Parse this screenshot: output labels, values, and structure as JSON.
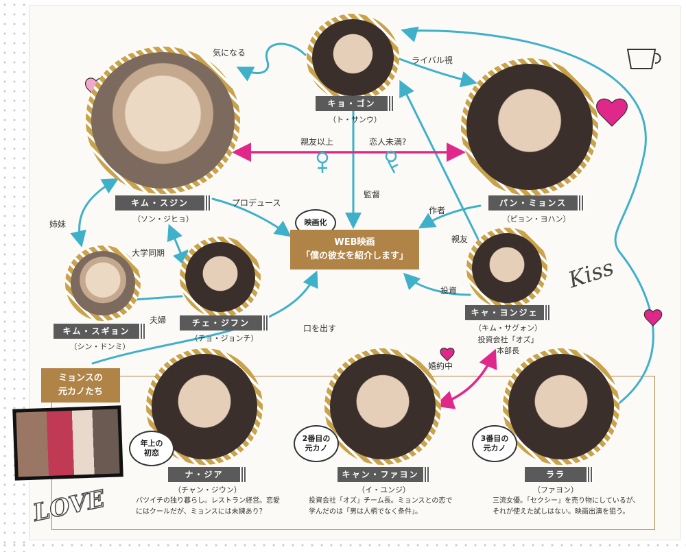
{
  "characters": {
    "kyo_gon": {
      "name": "キョ・ゴン",
      "actor": "（ト・サンウ）"
    },
    "kim_sujin": {
      "name": "キム・スジン",
      "actor": "（ソン・ジヒョ）"
    },
    "pan_myons": {
      "name": "パン・ミョンス",
      "actor": "（ピョン・ヨハン）"
    },
    "kim_sugyon": {
      "name": "キム・スギョン",
      "actor": "（シン・ドンミ）"
    },
    "che_jifun": {
      "name": "チェ・ジフン",
      "actor": "（チョ・ジョンチ）"
    },
    "kya_yonje": {
      "name": "キャ・ヨンジェ",
      "actor": "（キム・サグォン）",
      "role_line1": "投資会社「オズ」",
      "role_line2": "本部長"
    },
    "na_jia": {
      "name": "ナ・ジア",
      "actor": "（チャン・ジウン）",
      "desc_line1": "バツイチの独り暮らし。レストラン経営。恋愛",
      "desc_line2": "にはクールだが、ミョンスには未練あり？",
      "bubble_line1": "年上の",
      "bubble_line2": "初恋"
    },
    "kyan_fayon": {
      "name": "キャン・ファヨン",
      "actor": "（イ・ユンジ）",
      "desc_line1": "投資会社「オズ」チーム長。ミョンスとの恋で",
      "desc_line2": "学んだのは「男は人柄でなく条件」。",
      "bubble_line1": "2番目の",
      "bubble_line2": "元カノ"
    },
    "rara": {
      "name": "ララ",
      "actor": "（ファヨン）",
      "desc_line1": "三流女優。「セクシー」を売り物にしているが、",
      "desc_line2": "それが使えた試しはない。映画出演を狙う。",
      "bubble_line1": "3番目の",
      "bubble_line2": "元カノ"
    }
  },
  "center": {
    "line1": "WEB映画",
    "line2": "「僕の彼女を紹介します」",
    "bubble": "映画化"
  },
  "relations": {
    "kininaru": "気になる",
    "rival": "ライバル視",
    "shinyu_ijo": "親友以上",
    "koibito_miman": "恋人未満?",
    "kantoku": "監督",
    "produce": "プロデュース",
    "sakusha": "作者",
    "shinyu": "親友",
    "toushi": "投資",
    "shimai": "姉妹",
    "daigaku": "大学同期",
    "fuufu": "夫婦",
    "kuchi": "口を出す",
    "konyaku": "婚約中"
  },
  "exes_label_line1": "ミョンスの",
  "exes_label_line2": "元カノたち",
  "doodles": {
    "kiss": "Kiss",
    "love": "LOVE"
  },
  "colors": {
    "link_blue": "#3fb0c9",
    "link_pink": "#e0288a",
    "gold": "#c9a24a",
    "brown": "#b08347",
    "plate": "#5a5a5a"
  }
}
